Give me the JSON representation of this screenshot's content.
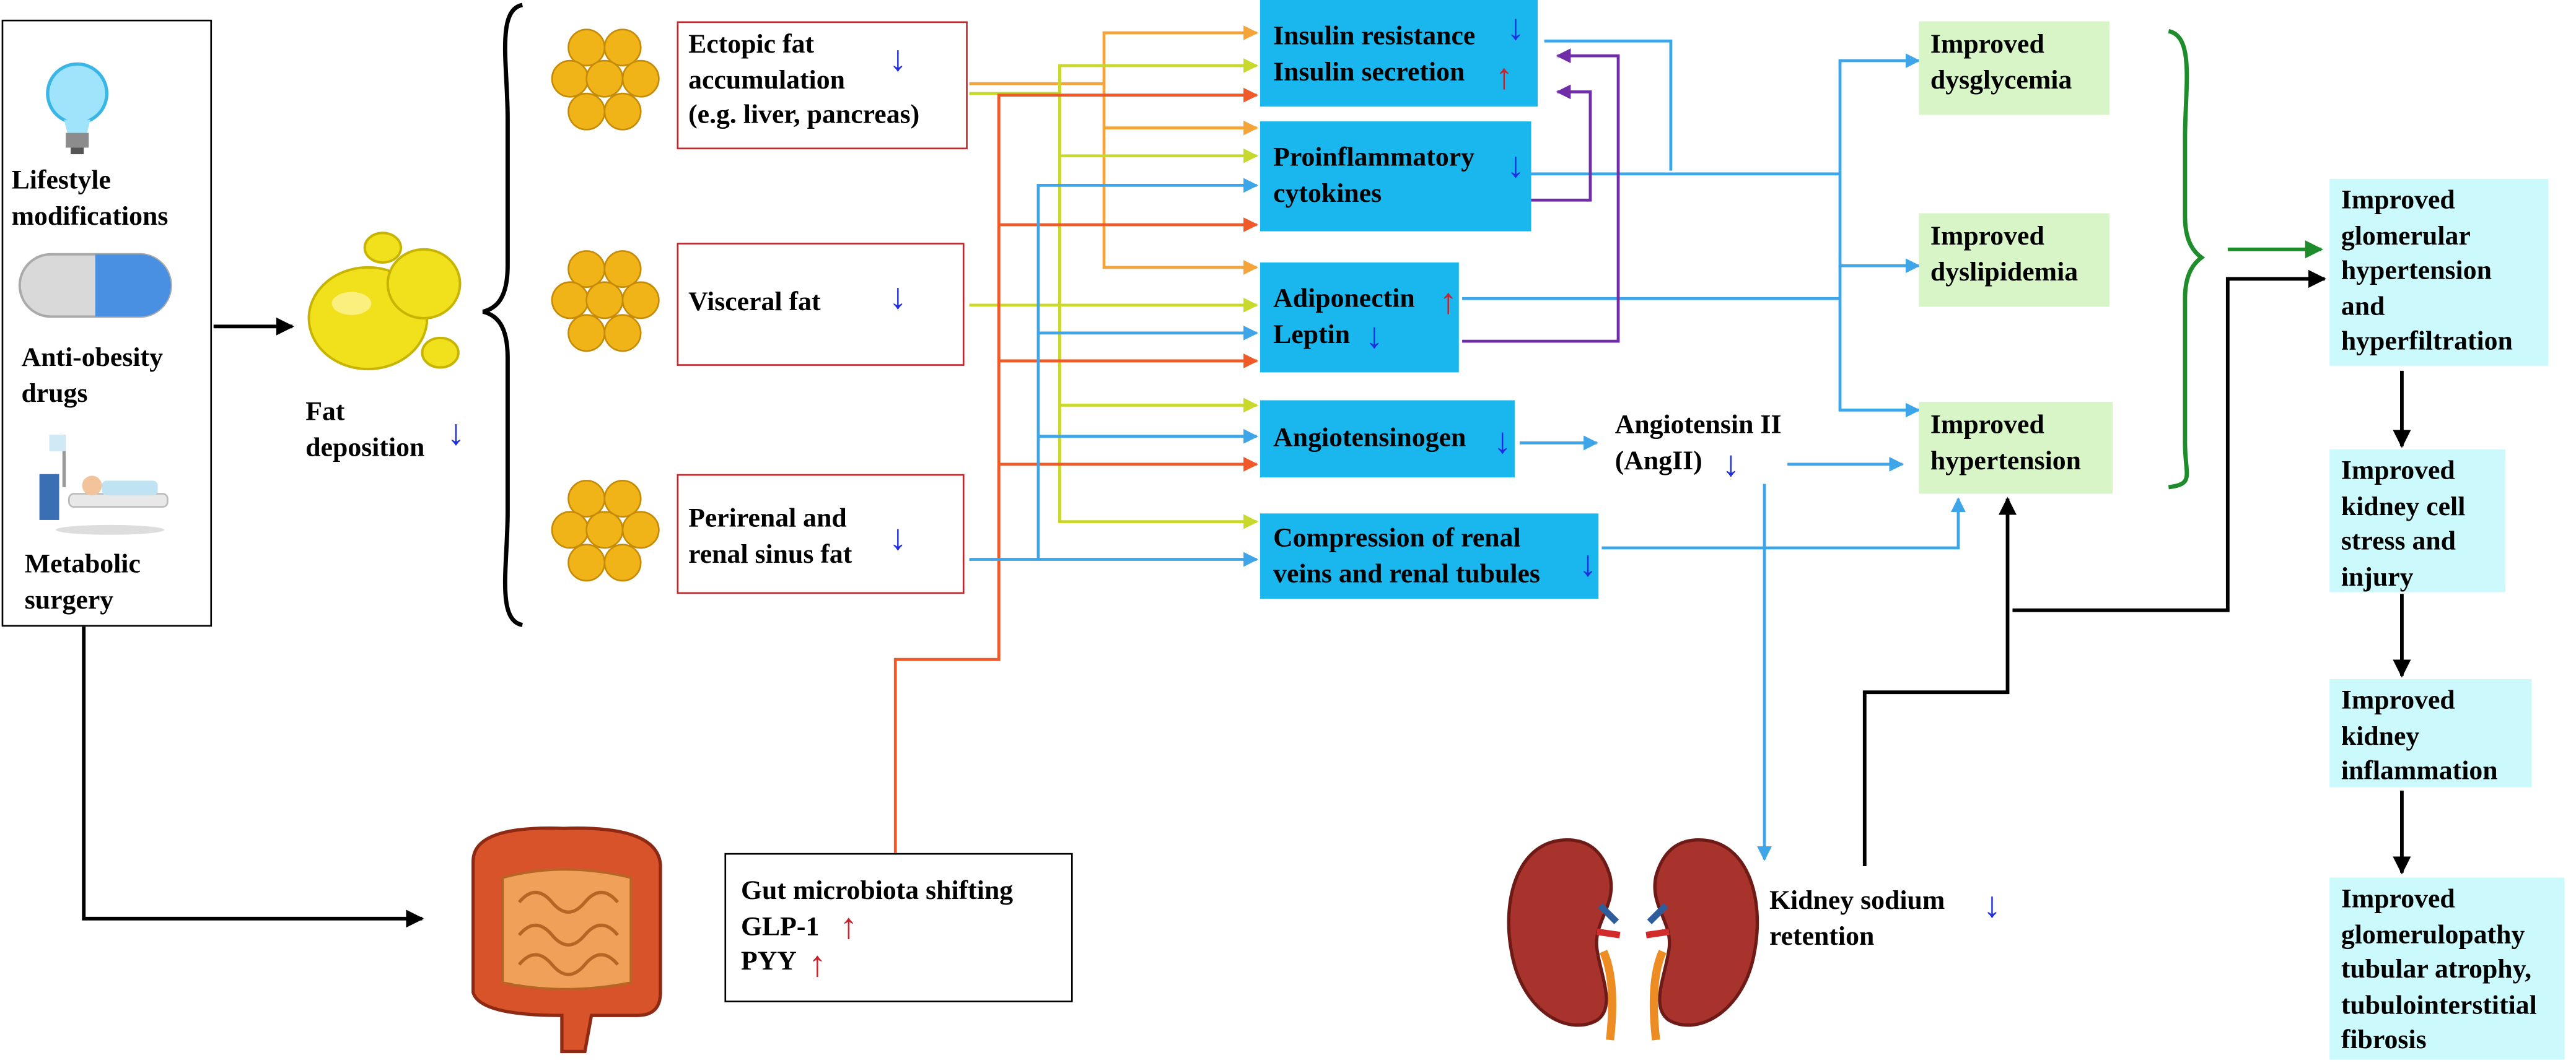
{
  "interventions": {
    "lifestyle": "Lifestyle modifications",
    "drugs": "Anti-obesity drugs",
    "surgery": "Metabolic surgery"
  },
  "fat_deposition": {
    "label_1": "Fat",
    "label_2": "deposition"
  },
  "fat_types": {
    "ectopic": {
      "l1": "Ectopic fat",
      "l2": "accumulation",
      "l3": "(e.g. liver, pancreas)"
    },
    "visceral": {
      "l1": "Visceral fat"
    },
    "perirenal": {
      "l1": "Perirenal and",
      "l2": "renal sinus fat"
    }
  },
  "gut": {
    "l1": "Gut microbiota shifting",
    "l2": "GLP-1",
    "l3": "PYY"
  },
  "mediators": {
    "insulin_resistance": "Insulin resistance",
    "insulin_secretion": "Insulin secretion",
    "cytokines_l1": "Proinflammatory",
    "cytokines_l2": "cytokines",
    "adiponectin": "Adiponectin",
    "leptin": "Leptin",
    "angiotensinogen": "Angiotensinogen",
    "compression_l1": "Compression of renal",
    "compression_l2": "veins and renal tubules"
  },
  "angiotensin": {
    "l1": "Angiotensin II",
    "l2": "(AngII)"
  },
  "sodium": {
    "l1": "Kidney sodium",
    "l2": "retention"
  },
  "outcomes": {
    "dysglycemia_l1": "Improved",
    "dysglycemia_l2": "dysglycemia",
    "dyslipidemia_l1": "Improved",
    "dyslipidemia_l2": "dyslipidemia",
    "hypertension_l1": "Improved",
    "hypertension_l2": "hypertension"
  },
  "kidney_chain": {
    "glomerular": {
      "l1": "Improved",
      "l2": "glomerular",
      "l3": "hypertension",
      "l4": "and",
      "l5": "hyperfiltration"
    },
    "stress": {
      "l1": "Improved",
      "l2": "kidney cell",
      "l3": "stress and",
      "l4": "injury"
    },
    "inflammation": {
      "l1": "Improved",
      "l2": "kidney",
      "l3": "inflammation"
    },
    "glomerulopathy": {
      "l1": "Improved",
      "l2": "glomerulopathy",
      "l3": "tubular atrophy,",
      "l4": "tubulointerstitial",
      "l5": "fibrosis"
    }
  },
  "indicators": {
    "decrease": "↓",
    "increase": "↑"
  },
  "colors": {
    "mediator_box": "#1ab7ef",
    "outcome_box": "#d8f5c8",
    "kidney_chain_box": "#ccf9fb",
    "fat_box_border": "#c0282d",
    "arrow_orange": "#f5a43a",
    "arrow_yellow": "#c8d82c",
    "arrow_red": "#ef5a28",
    "arrow_blue": "#3ea6e8",
    "arrow_purple": "#6f2da8",
    "arrow_green": "#1e8c2a",
    "decrease_arrow": "#1e2ee0",
    "increase_arrow": "#c8222c"
  },
  "icons": [
    "light-bulb-icon",
    "capsule-icon",
    "hospital-bed-icon",
    "fat-droplets-icon",
    "fat-cells-icon",
    "intestine-icon",
    "kidneys-icon"
  ]
}
